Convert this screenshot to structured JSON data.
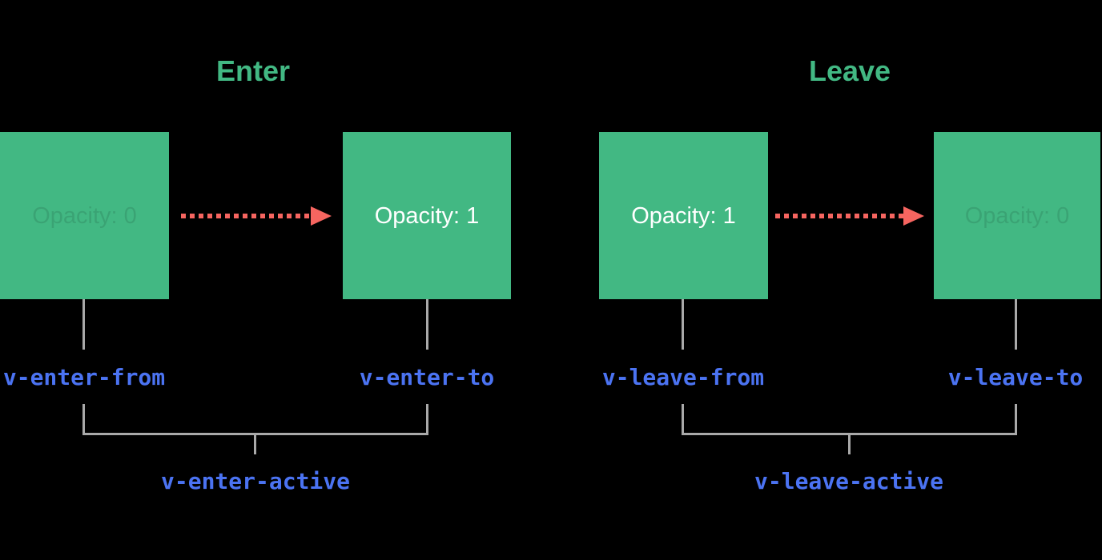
{
  "colors": {
    "background": "#000000",
    "box-green": "#42b883",
    "title-green": "#42b883",
    "arrow-red": "#f66560",
    "label-blue": "#4b73f2",
    "line-gray": "#a9a9a9",
    "box-text-white": "#ffffff",
    "box-text-dim": "rgba(0,0,0,0.11)"
  },
  "sections": [
    {
      "title": "Enter",
      "from_box": {
        "text": "Opacity: 0"
      },
      "to_box": {
        "text": "Opacity: 1"
      },
      "labels": {
        "from": "v-enter-from",
        "to": "v-enter-to",
        "active": "v-enter-active"
      }
    },
    {
      "title": "Leave",
      "from_box": {
        "text": "Opacity: 1"
      },
      "to_box": {
        "text": "Opacity: 0"
      },
      "labels": {
        "from": "v-leave-from",
        "to": "v-leave-to",
        "active": "v-leave-active"
      }
    }
  ]
}
